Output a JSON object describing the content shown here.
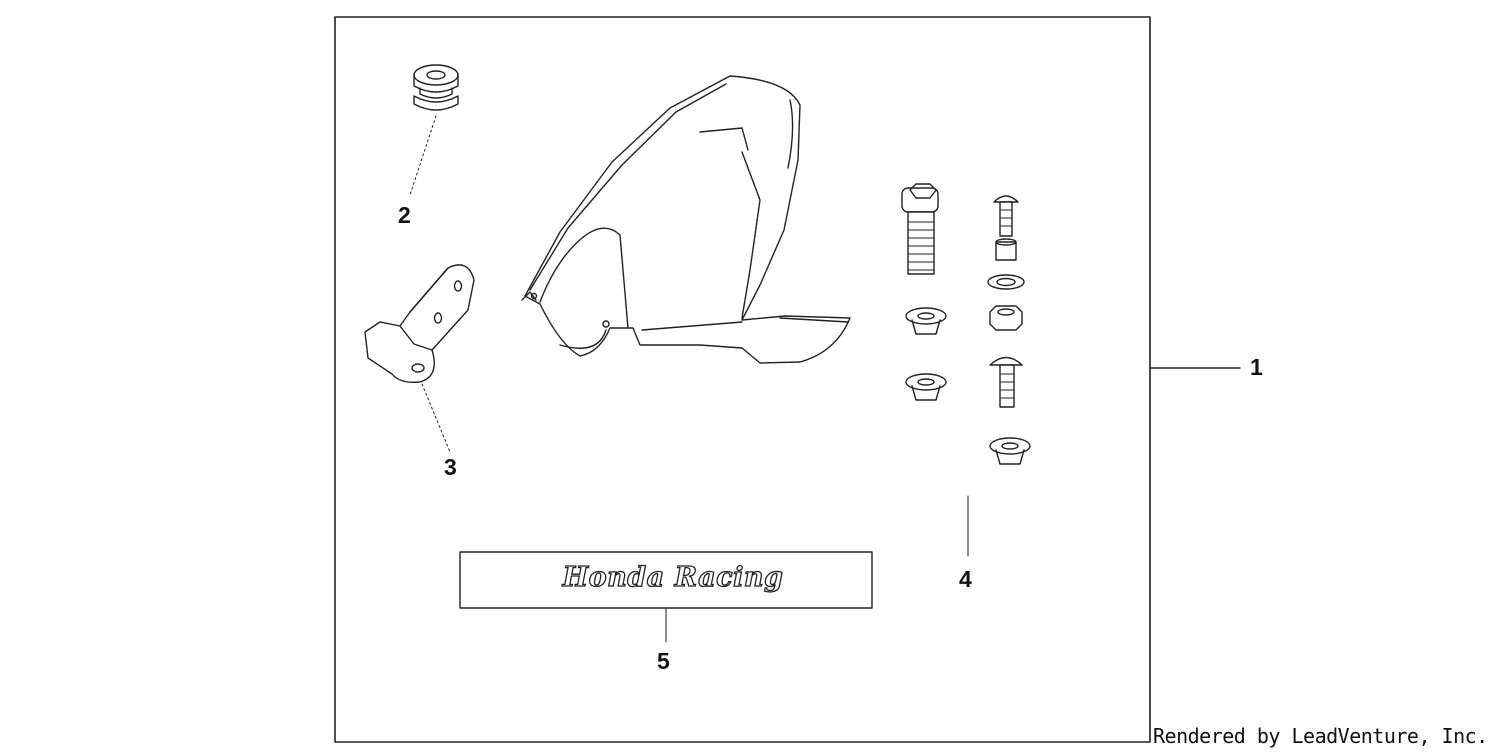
{
  "callouts": {
    "kit": "1",
    "rubber_grommet": "2",
    "bracket": "3",
    "hardware_set": "4",
    "decal": "5"
  },
  "decal_text": "Honda Racing",
  "credit": "Rendered by LeadVenture, Inc."
}
